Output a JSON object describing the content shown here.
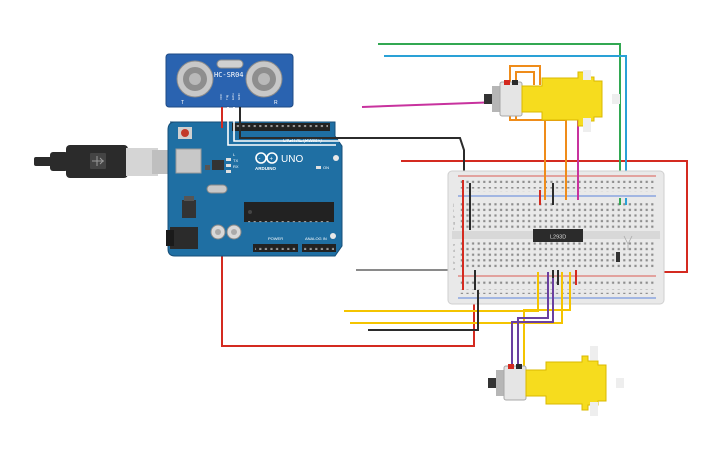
{
  "canvas": {
    "background": "#ffffff"
  },
  "sensor": {
    "model_label": "HC-SR04",
    "left_mark": "T",
    "right_mark": "R",
    "pin_labels": [
      "VCC",
      "Trig",
      "Echo",
      "GND"
    ]
  },
  "arduino": {
    "brand": "ARDUINO",
    "model": "UNO",
    "digital_header_label": "DIGITAL (PWM~)",
    "power_label": "POWER",
    "analog_label": "ANALOG IN",
    "tx_label": "TX",
    "rx_label": "RX",
    "l_label": "L",
    "on_label": "ON",
    "color": "#1f6fa3"
  },
  "breadboard": {
    "chip_label": "L293D",
    "row_letters_top": [
      "j",
      "i",
      "h",
      "g",
      "f"
    ],
    "row_letters_bottom": [
      "e",
      "d",
      "c",
      "b",
      "a"
    ]
  },
  "wire_colors": {
    "red": "#d42a20",
    "black": "#2b2b2b",
    "green": "#32a852",
    "blue": "#2aa1d6",
    "magenta": "#c8329e",
    "orange": "#ef8c1a",
    "yellow": "#f4c400",
    "purple": "#6a3fa0",
    "gray": "#8a8a8a"
  },
  "motor_color": "#f6dc1e",
  "icons": [
    "usb-cable-icon",
    "ultrasonic-sensor-icon",
    "arduino-board-icon",
    "breadboard-icon",
    "dc-motor-icon",
    "l293d-chip-icon"
  ]
}
